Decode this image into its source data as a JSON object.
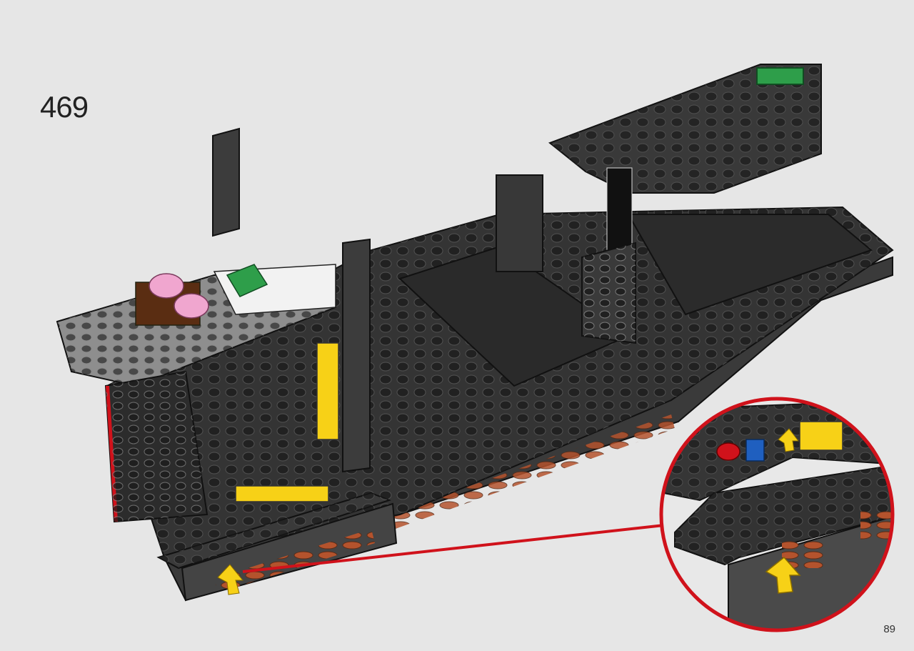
{
  "step": {
    "number": "469"
  },
  "page": {
    "number": "89"
  },
  "colors": {
    "background": "#e6e6e6",
    "brick_dark": "#2f2f2f",
    "brick_mid": "#3d3d3d",
    "callout_ring": "#d0121b",
    "arrow_yellow": "#f7d117",
    "accent_green": "#2e9e4a",
    "accent_pink": "#f0a6cf",
    "accent_brown": "#5a2d12",
    "accent_orange": "#c2552a"
  },
  "icons": [
    "placement-arrow-icon",
    "zoom-callout-circle"
  ]
}
